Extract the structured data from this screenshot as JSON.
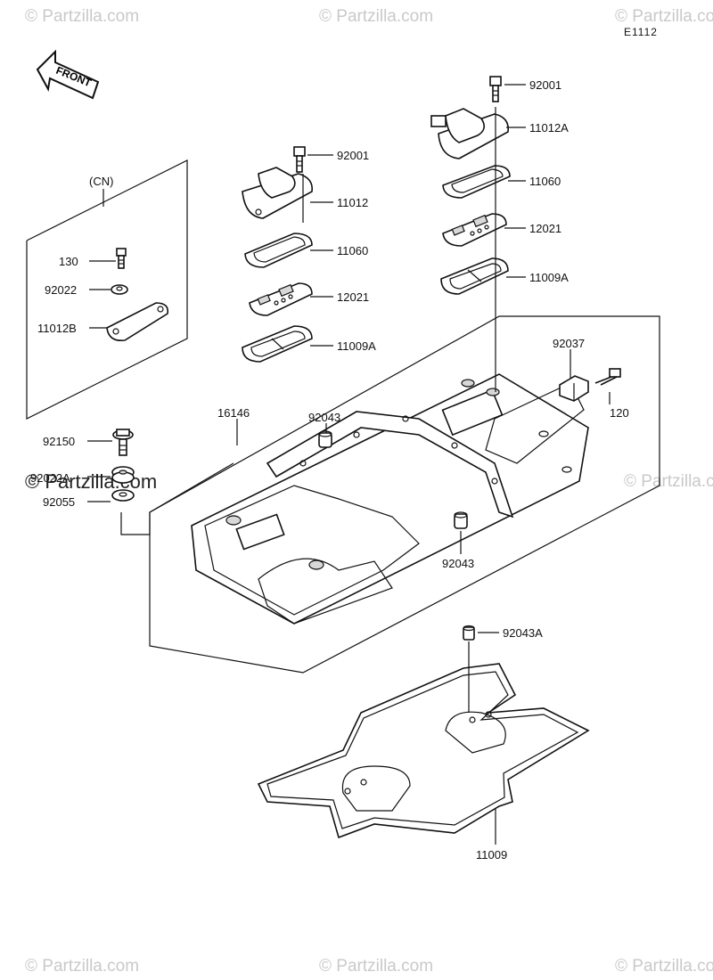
{
  "header": {
    "diagram_code": "E1112",
    "front_arrow_text": "FRONT"
  },
  "watermark": {
    "text": "© Partzilla.com",
    "color": "#c9c9c9"
  },
  "group": {
    "label": "(CN)"
  },
  "parts": [
    {
      "id": "p-92001-right",
      "number": "92001"
    },
    {
      "id": "p-11012a",
      "number": "11012A"
    },
    {
      "id": "p-11060-right",
      "number": "11060"
    },
    {
      "id": "p-12021-right",
      "number": "12021"
    },
    {
      "id": "p-11009a-right",
      "number": "11009A"
    },
    {
      "id": "p-92001-left",
      "number": "92001"
    },
    {
      "id": "p-11012",
      "number": "11012"
    },
    {
      "id": "p-11060-left",
      "number": "11060"
    },
    {
      "id": "p-12021-left",
      "number": "12021"
    },
    {
      "id": "p-11009a-left",
      "number": "11009A"
    },
    {
      "id": "p-130",
      "number": "130"
    },
    {
      "id": "p-92022",
      "number": "92022"
    },
    {
      "id": "p-11012b",
      "number": "11012B"
    },
    {
      "id": "p-92037",
      "number": "92037"
    },
    {
      "id": "p-120",
      "number": "120"
    },
    {
      "id": "p-16146",
      "number": "16146"
    },
    {
      "id": "p-92043-top",
      "number": "92043"
    },
    {
      "id": "p-92150",
      "number": "92150"
    },
    {
      "id": "p-92022a",
      "number": "92022A"
    },
    {
      "id": "p-92055",
      "number": "92055"
    },
    {
      "id": "p-92043-bottom",
      "number": "92043"
    },
    {
      "id": "p-92043a",
      "number": "92043A"
    },
    {
      "id": "p-11009",
      "number": "11009"
    }
  ]
}
